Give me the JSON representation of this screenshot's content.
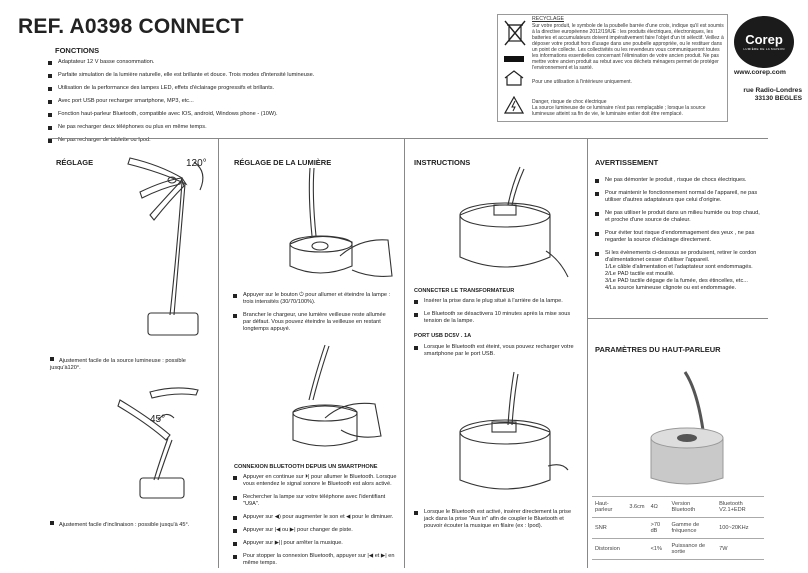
{
  "title": "REF. A0398 CONNECT",
  "fonctions": {
    "heading": "FONCTIONS",
    "items": [
      "Adaptateur 12 V basse consommation.",
      "Parfaite simulation de la lumière naturelle, elle est brillante et douce. Trois modes d'intensité lumineuse.",
      "Utilisation de la performance des lampes LED, effets d'éclairage progressifs et brillants.",
      "Avec port USB pour recharger smartphone, MP3, etc...",
      "Fonction haut-parleur Bluetooth, compatible avec IOS, android, Windows phone - (10W).",
      "Ne pas recharger deux téléphones ou plus en même temps.",
      "Ne pas recharger de tablette ou Ipod."
    ]
  },
  "recycle": {
    "heading": "RECYCLAGE",
    "text": "Sur votre produit, le symbole de la poubelle barrée d'une croix, indique qu'il est soumis à la directive européenne 2012/19/UE : les produits électriques, électroniques, les batteries et accumulateurs doivent impérativement faire l'objet d'un tri sélectif. Veillez à déposer votre produit hors d'usage dans une poubelle appropriée, ou le restituer dans un point de collecte. Les collectivités ou les revendeurs vous communiqueront toutes les informations essentielles concernant l'élimination de votre ancien produit. Ne pas mettre votre ancien produit au rebut avec vos déchets ménagers permet de protéger l'environnement et la santé.",
    "indoor": "Pour une utilisation à l'intérieure uniquement.",
    "danger": "Danger, risque de choc électrique\nLa source lumineuse de ce luminaire n'est pas remplaçable ; lorsque la source lumineuse atteint sa fin de vie, le luminaire entier doit être remplacé."
  },
  "brand": {
    "logo": "Corep",
    "logo_sub": "LUMIÈRE DE LA MAISON",
    "url": "www.corep.com",
    "address1": "rue Radio-Londres",
    "address2": "33130 BEGLES"
  },
  "reglage": {
    "heading": "RÉGLAGE",
    "angle1": "120°",
    "caption1": "Ajustement facile de la source lumineuse : possible jusqu'à120°.",
    "angle2": "45°",
    "caption2": "Ajustement facile d'inclinaison : possible jusqu'à 45°."
  },
  "lumiere": {
    "heading": "RÉGLAGE DE LA LUMIÈRE",
    "items": [
      "Appuyer sur le bouton ⏻ pour allumer et éteindre la lampe : trois intensités (30/70/100%).",
      "Brancher le chargeur, une lumière veilleuse reste allumée par défaut. Vous pouvez éteindre la veilleuse en restant longtemps appuyé."
    ],
    "bt_heading": "CONNEXION BLUETOOTH DEPUIS UN SMARTPHONE",
    "bt_items": [
      "Appuyer en continue sur ⏵| pour allumer le Bluetooth. Lorsque vous entendez le signal sonore le Bluetooth est alors activé.",
      "Rechercher la lampe sur votre téléphone avec l'identifiant \"U9A\".",
      "Appuyer sur ◀) pour augmenter le son et ◀ pour le diminuer.",
      "Appuyer sur |◀ ou ▶| pour changer de piste.",
      "Appuyer sur ▶|| pour arrêter la musique.",
      "Pour stopper la connexion Bluetooth, appuyer sur |◀ et ▶| en même temps."
    ]
  },
  "instructions": {
    "heading": "INSTRUCTIONS",
    "sub1": "CONNECTER LE TRANSFORMATEUR",
    "items1": [
      "Insérer la prise dans le plug situé à l'arrière de la lampe.",
      "Le Bluetooth se désactivera 10 minutes après la mise sous tension de la lampe."
    ],
    "sub2": "PORT USB DC5V . 1A",
    "items2": [
      "Lorsque le Bluetooth est éteint, vous pouvez recharger votre smartphone par le port USB."
    ],
    "items3": [
      "Lorsque le Bluetooth est activé, insérer directement la prise jack dans la prise \"Aux in\" afin de coupler le Bluetooth et pouvoir écouter la musique en filaire (ex : Ipod)."
    ]
  },
  "avertissement": {
    "heading": "AVERTISSEMENT",
    "items": [
      "Ne pas démonter le produit , risque de chocs électriques.",
      "Pour maintenir le fonctionnement normal de l'appareil, ne pas utiliser d'autres adaptateurs que celui d'origine.",
      "Ne pas utiliser le produit dans un milieu humide ou trop chaud, et proche d'une source de chaleur.",
      "Pour éviter tout risque d'endommagement des yeux , ne pas regarder la source d'éclairage directement.",
      "Si les évènements ci-dessous se produisent, retirer le cordon d'alimentationet cesser d'utiliser l'appareil.\n1/Le câble d'alimentation et l'adaptateur sont endommagés.\n2/Le PAD tactile est mouillé.\n3/Le PAD tactile dégage de la fumée, des étincelles, etc...\n4/La source lumineuse clignote ou est endommagée."
    ]
  },
  "specs": {
    "heading": "PARAMÈTRES DU HAUT-PARLEUR",
    "rows": [
      [
        "Haut-parleur",
        "3.6cm",
        "4Ω",
        "Version Bluetooth",
        "Bluetooth V2.1+EDR"
      ],
      [
        "SNR",
        "",
        ">70 dB",
        "Gamme de fréquence",
        "100~20KHz"
      ],
      [
        "Distorsion",
        "",
        "<1%",
        "Puissance de sortie",
        "7W"
      ]
    ]
  }
}
